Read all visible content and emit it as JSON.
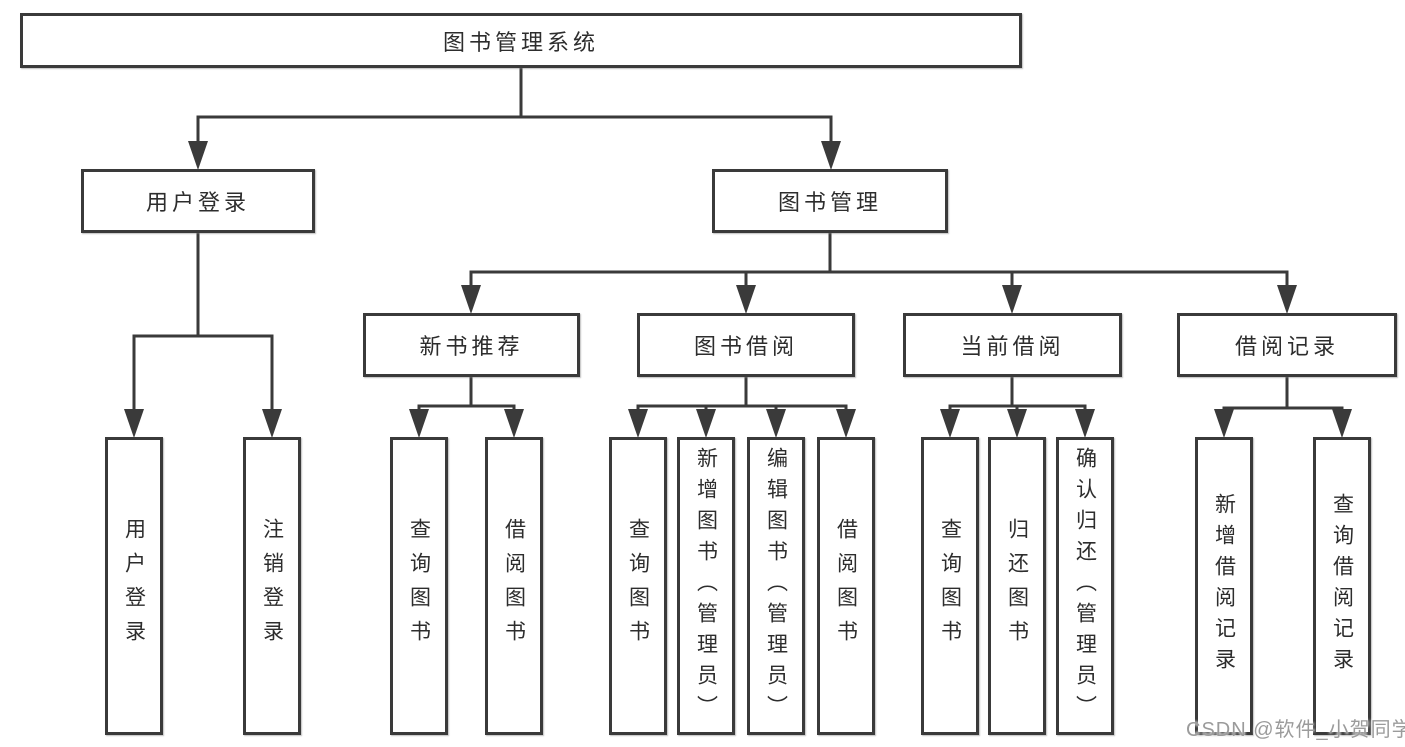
{
  "tree": {
    "label": "图书管理系统",
    "children": [
      {
        "label": "用户登录",
        "children": [
          {
            "label": "用户登录"
          },
          {
            "label": "注销登录"
          }
        ]
      },
      {
        "label": "图书管理",
        "children": [
          {
            "label": "新书推荐",
            "children": [
              {
                "label": "查询图书"
              },
              {
                "label": "借阅图书"
              }
            ]
          },
          {
            "label": "图书借阅",
            "children": [
              {
                "label": "查询图书"
              },
              {
                "label": "新增图书（管理员）"
              },
              {
                "label": "编辑图书（管理员）"
              },
              {
                "label": "借阅图书"
              }
            ]
          },
          {
            "label": "当前借阅",
            "children": [
              {
                "label": "查询图书"
              },
              {
                "label": "归还图书"
              },
              {
                "label": "确认归还（管理员）"
              }
            ]
          },
          {
            "label": "借阅记录",
            "children": [
              {
                "label": "新增借阅记录"
              },
              {
                "label": "查询借阅记录"
              }
            ]
          }
        ]
      }
    ]
  },
  "watermark": {
    "text": "CSDN @软件_小贺同学"
  },
  "colors": {
    "line": "#3a3a3a",
    "text": "#2d2d2d",
    "watermark": "#9b9b9b",
    "background": "#ffffff"
  }
}
